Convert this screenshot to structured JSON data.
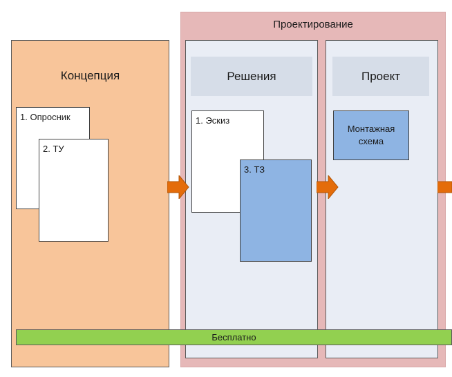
{
  "stages": {
    "concept": "Концепция",
    "design": "Проектирование"
  },
  "columns": {
    "solutions": "Решения",
    "project": "Проект"
  },
  "documents": {
    "questionnaire": "1. Опросник",
    "tu": "2. ТУ",
    "sketch": "1. Эскиз",
    "tz": "3. ТЗ",
    "mounting_scheme": "Монтажная схема"
  },
  "bar": {
    "label": "Бесплатно"
  },
  "colors": {
    "concept_fill": "#f8c59a",
    "design_fill": "#e6b8b8",
    "column_fill": "#e9edf5",
    "header_fill": "#d6dde8",
    "doc_blue": "#8eb4e3",
    "arrow": "#e46c0a",
    "bar_green": "#92d050"
  }
}
